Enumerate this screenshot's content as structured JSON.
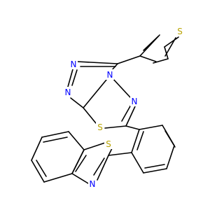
{
  "structure": {
    "atoms": [
      {
        "symbol": "S",
        "color": "#b8a300"
      },
      {
        "symbol": "N",
        "color": "#0000ff"
      },
      {
        "symbol": "N",
        "color": "#0000ff"
      },
      {
        "symbol": "N",
        "color": "#0000ff"
      },
      {
        "symbol": "N",
        "color": "#0000ff"
      },
      {
        "symbol": "N",
        "color": "#0000ff"
      },
      {
        "symbol": "S",
        "color": "#b8a300"
      },
      {
        "symbol": "S",
        "color": "#b8a300"
      },
      {
        "symbol": "N",
        "color": "#0000ff"
      }
    ],
    "bond_color": "#000000"
  }
}
